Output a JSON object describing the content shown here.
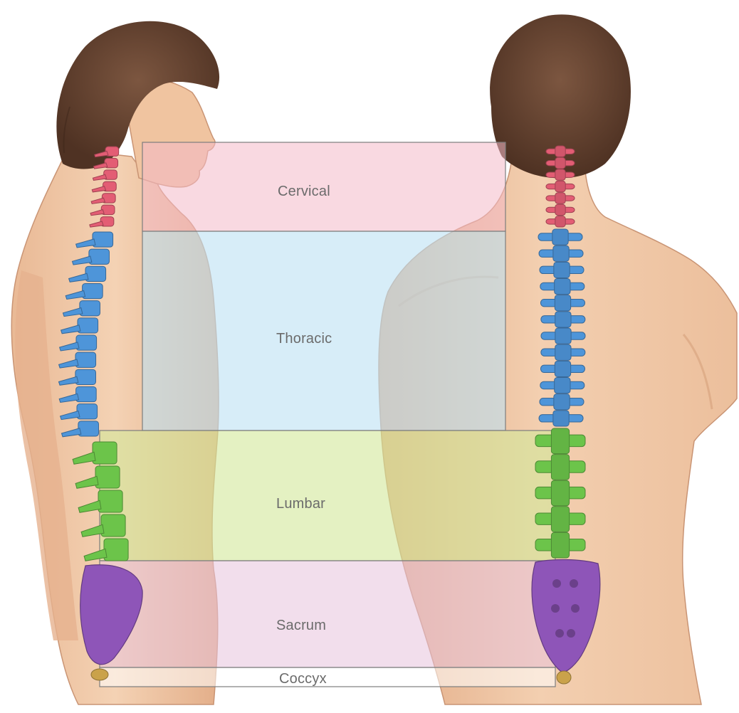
{
  "regions": [
    {
      "label": "Cervical",
      "color": "#e35d74"
    },
    {
      "label": "Thoracic",
      "color": "#4e95d9"
    },
    {
      "label": "Lumbar",
      "color": "#6cc44a"
    },
    {
      "label": "Sacrum",
      "color": "#8e55b8"
    },
    {
      "label": "Coccyx",
      "color": "#caa24a"
    }
  ],
  "colors": {
    "skin": "#efc5a2",
    "skin_shadow": "#d9a57f",
    "hair": "#6b4733",
    "outline": "#8a6a55"
  }
}
